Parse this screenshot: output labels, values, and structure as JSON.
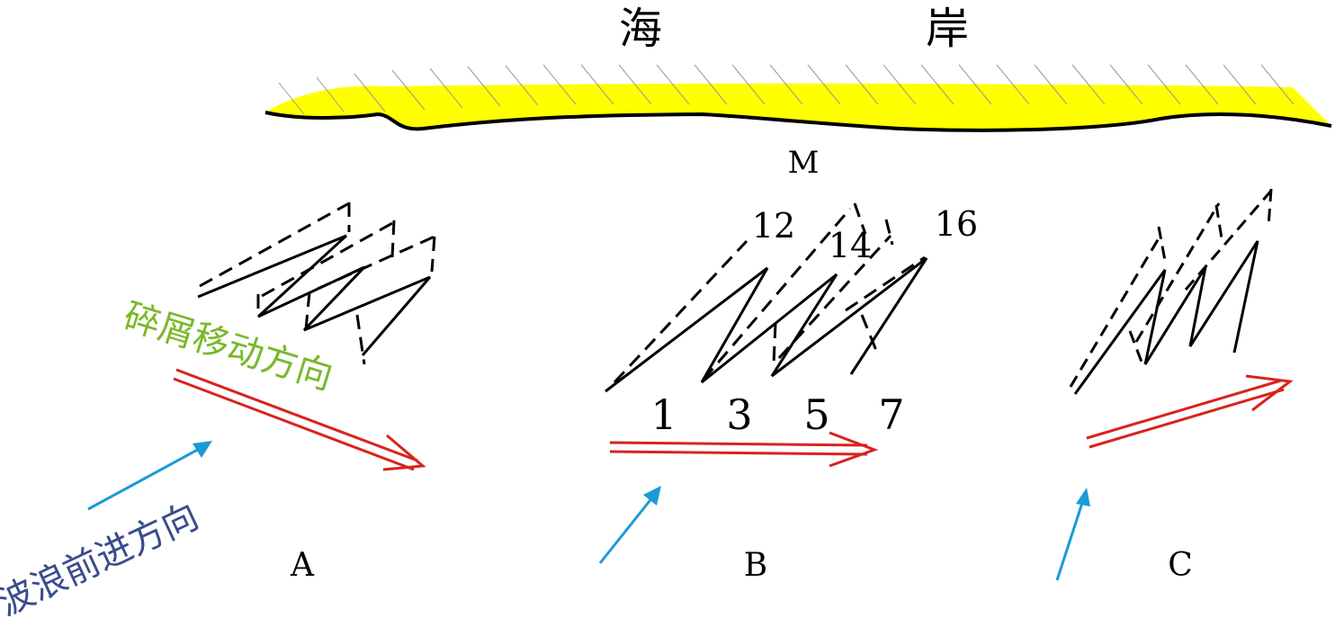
{
  "title": {
    "char_left": "海",
    "char_right": "岸"
  },
  "shore_label": "M",
  "panels": [
    {
      "id": "A",
      "label": "A"
    },
    {
      "id": "B",
      "label": "B",
      "upper_numbers": [
        "12",
        "14",
        "16"
      ],
      "lower_numbers": [
        "1",
        "3",
        "5",
        "7"
      ]
    },
    {
      "id": "C",
      "label": "C"
    }
  ],
  "debris_direction_label": "碎屑移动方向",
  "wave_direction_label": "波浪前进方向",
  "colors": {
    "shore_fill": "#ffff00",
    "shore_outline": "#000000",
    "hatch": "#9a9a9a",
    "debris_arrow": "#d8231e",
    "wave_arrow": "#1b9ad6",
    "debris_text": "#7ab829",
    "wave_text": "#3a4c8c",
    "zigzag": "#000000"
  }
}
